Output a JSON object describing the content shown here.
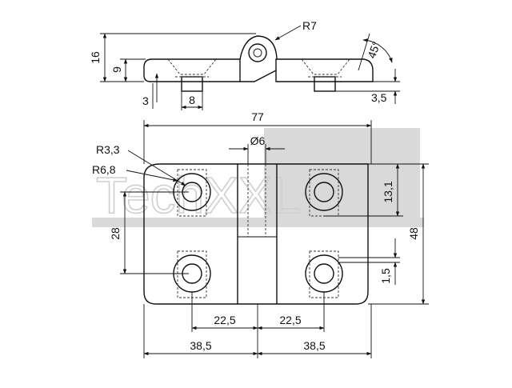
{
  "drawing": {
    "watermark": "TechXXL",
    "watermark_color": "#d9d9d9",
    "line_color": "#111111",
    "side_view": {
      "radius_label": "R7",
      "height_total": "16",
      "height_leaf": "9",
      "leaf_thickness": "3",
      "recess_width": "8",
      "angle": "45°",
      "offset": "3,5"
    },
    "top_view": {
      "width_total": "77",
      "pin_diameter": "Ø6",
      "hole_radius_small": "R3,3",
      "hole_radius_large": "R6,8",
      "hole_spacing_vertical": "28",
      "height_total": "48",
      "edge_to_hole": "13,1",
      "hole_offset_small": "1,5",
      "hole_spacing_left": "22,5",
      "hole_spacing_right": "22,5",
      "half_width_left": "38,5",
      "half_width_right": "38,5"
    }
  }
}
